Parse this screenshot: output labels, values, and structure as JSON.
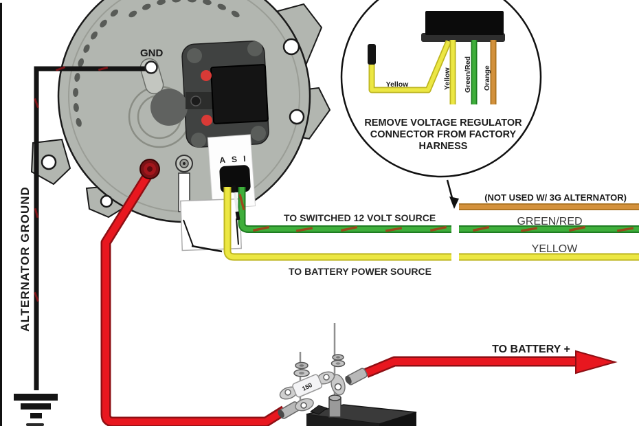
{
  "diagram": {
    "alternator": {
      "gnd_label": "GND",
      "ground_label": "ALTERNATOR GROUND",
      "connector_label": "A S I"
    },
    "inset": {
      "caption_lines": [
        "REMOVE VOLTAGE REGULATOR",
        "CONNECTOR FROM FACTORY",
        "HARNESS"
      ],
      "wire_labels": {
        "yellow_pigtail": "Yellow",
        "yellow": "Yellow",
        "green_red": "Green/Red",
        "orange": "Orange"
      }
    },
    "harness_wires": {
      "orange_note": "(NOT USED W/ 3G ALTERNATOR)",
      "green_red_label": "GREEN/RED",
      "yellow_label": "YELLOW",
      "switched_source_label": "TO SWITCHED 12 VOLT SOURCE",
      "battery_power_label": "TO BATTERY POWER SOURCE"
    },
    "battery_cable": {
      "to_battery_label": "TO BATTERY +",
      "fuse_rating": "150"
    },
    "colors": {
      "wire_yellow": "#ece743",
      "wire_green": "#3fae3b",
      "wire_orange": "#d3913c",
      "wire_red": "#e8171f",
      "body_gray": "#b2b6b0"
    }
  }
}
